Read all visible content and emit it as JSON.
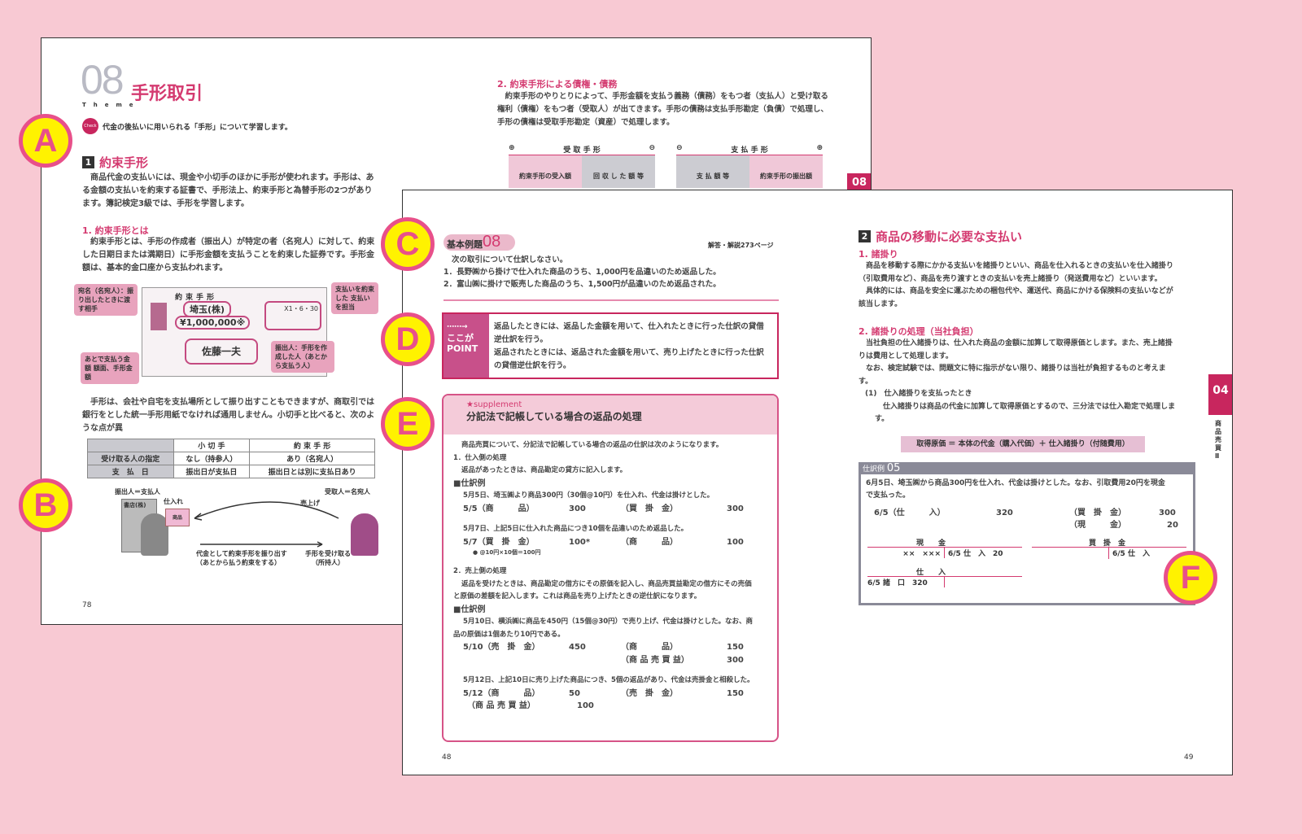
{
  "badges": [
    "A",
    "B",
    "C",
    "D",
    "E",
    "F"
  ],
  "left_page": {
    "theme_number": "08",
    "theme_label": "Theme",
    "title": "手形取引",
    "check_label": "Check",
    "check_text": "代金の後払いに用いられる「手形」について学習します。",
    "section1": {
      "number": "1",
      "heading": "約束手形",
      "lines": [
        "商品代金の支払いには、現金や小切手のほかに手形が使われます。手形は、ある金額の支払い",
        "を約束する証書で、手形法上、約束手形と為替手形の2つがあります。簿記検定3級では、",
        "手形を学習します。"
      ]
    },
    "sub1": {
      "heading": "1. 約束手形とは",
      "lines": [
        "約束手形とは、手形の作成者（振出人）が特定の者（名宛人）に対して、約束した日",
        "期日または満期日）に手形金額を支払うことを約束した証券です。手形金額は、基本的",
        "金口座から支払われます。"
      ]
    },
    "note_image": {
      "title": "約束手形",
      "payee": "埼玉(株)",
      "amount": "¥1,000,000※",
      "signature": "佐藤一夫",
      "date": "X1・6・30",
      "callouts": [
        "宛名（名宛人）：振り出したときに渡す相手",
        "あとで支払う金額 額面、手形金額",
        "振出人：手形を作成した人（あとから支払う人）",
        "支払いを約束した 支払いを担当"
      ]
    },
    "para2": [
      "手形は、会社や自宅を支払場所として振り出すこともできますが、商取引では銀行を",
      "とした統一手形用紙でなければ通用しません。小切手と比べると、次のような点が異"
    ],
    "compare_table": {
      "headers": [
        "",
        "小 切 手",
        "約 束 手 形"
      ],
      "rows": [
        [
          "受け取る人の指定",
          "なし（持参人）",
          "あり（名宛人）"
        ],
        [
          "支　払　日",
          "振出日が支払日",
          "振出日とは別に支払日あり"
        ]
      ]
    },
    "illustration": {
      "left_label": "振出人＝支払人",
      "shop": "書店(株)",
      "goods": "仕入れ",
      "goods_box": "商品",
      "right_label": "受取人＝名宛人",
      "sales": "売上げ",
      "arrow_text": [
        "代金として約束手形を振り出す",
        "（あとから払う約束をする）"
      ],
      "receive_text": [
        "手形を受け取る",
        "（所持人）"
      ]
    },
    "page_number": "78",
    "sub2": {
      "heading": "2. 約束手形による債権・債務",
      "lines": [
        "約束手形のやりとりによって、手形金額を支払う義務（債務）をもつ者（支払人）と受け取る",
        "権利（債権）をもつ者（受取人）が出てきます。手形の債務は支払手形勘定（負債）で処理し、",
        "手形の債権は受取手形勘定（資産）で処理します。"
      ]
    },
    "t_accounts": [
      {
        "plus": "⊕",
        "name": "受 取 手 形",
        "minus": "⊖",
        "left": "約束手形の受入額",
        "right": "回 収 し た 額 等"
      },
      {
        "minus": "⊖",
        "name": "支 払 手 形",
        "plus": "⊕",
        "left": "支 払 額 等",
        "right": "約束手形の振出額"
      }
    ],
    "side_tab": "08"
  },
  "right_page": {
    "example": {
      "label": "基本例題",
      "number": "08",
      "answer_ref": "解答・解説273ページ",
      "instruction": "次の取引について仕訳しなさい。",
      "items": [
        "1．長野㈱から掛けで仕入れた商品のうち、1,000円を品違いのため返品した。",
        "2．富山㈱に掛けで販売した商品のうち、1,500円が品違いのため返品された。"
      ]
    },
    "point": {
      "label_top": "ここが",
      "label_bottom": "POINT",
      "lines": [
        "返品したときには、返品した金額を用いて、仕入れたときに行った仕訳の貸借",
        "逆仕訳を行う。",
        "返品されたときには、返品された金額を用いて、売り上げたときに行った仕訳",
        "の貸借逆仕訳を行う。"
      ]
    },
    "supplement": {
      "tag": "★supplement",
      "title": "分記法で記帳している場合の返品の処理",
      "intro": "商品売買について、分記法で記帳している場合の返品の仕訳は次のようになります。",
      "s1_heading": "1．仕入側の処理",
      "s1_text": "返品があったときは、商品勘定の貸方に記入します。",
      "example_label": "■仕訳例",
      "ex1_text": "5月5日、埼玉㈱より商品300円（30個@10円）を仕入れ、代金は掛けとした。",
      "ex1": [
        "5/5（商　　　品）",
        "300",
        "（買　掛　金）",
        "300"
      ],
      "ex2_text": "5月7日、上記5日に仕入れた商品につき10個を品違いのため返品した。",
      "ex2": [
        "5/7（買　掛　金）",
        "100*",
        "（商　　　品）",
        "100"
      ],
      "ex2_note": "● @10円×10個＝100円",
      "s2_heading": "2．売上側の処理",
      "s2_text": [
        "返品を受けたときは、商品勘定の借方にその原価を記入し、商品売買益勘定の借方にその売価",
        "と原価の差額を記入します。これは商品を売り上げたときの逆仕訳になります。"
      ],
      "ex3_text": [
        "5月10日、横浜㈱に商品を450円（15個@30円）で売り上げ、代金は掛けとした。なお、商",
        "品の原価は1個あたり10円である。"
      ],
      "ex3": [
        [
          "5/10（売　掛　金）",
          "450",
          "（商　　　品）",
          "150"
        ],
        [
          "",
          "",
          "（商 品 売 買 益）",
          "300"
        ]
      ],
      "ex4_text": "5月12日、上記10日に売り上げた商品につき、5個の返品があり、代金は売掛金と相殺した。",
      "ex4": [
        [
          "5/12（商　　　品）",
          "50",
          "（売　掛　金）",
          "150"
        ],
        [
          "　（商 品 売 買 益）",
          "100",
          "",
          ""
        ]
      ]
    },
    "page_left_number": "48",
    "section2": {
      "number": "2",
      "heading": "商品の移動に必要な支払い",
      "sub1_heading": "1. 諸掛り",
      "sub1_lines": [
        "商品を移動する際にかかる支払いを諸掛りといい、商品を仕入れるときの支払いを仕入諸掛り",
        "（引取費用など）、商品を売り渡すときの支払いを売上諸掛り（発送費用など）といいます。",
        "具体的には、商品を安全に運ぶための梱包代や、運送代、商品にかける保険料の支払いなどが",
        "該当します。"
      ],
      "sub2_heading": "2. 諸掛りの処理（当社負担）",
      "sub2_lines": [
        "当社負担の仕入諸掛りは、仕入れた商品の金額に加算して取得原価とします。また、売上諸掛",
        "りは費用として処理します。",
        "なお、検定試験では、問題文に特に指示がない限り、諸掛りは当社が負担するものと考えま",
        "す。"
      ],
      "item1_heading": "(1)　仕入諸掛りを支払ったとき",
      "item1_lines": [
        "仕入諸掛りは商品の代金に加算して取得原価とするので、三分法では仕入勘定で処理しま",
        "す。"
      ],
      "formula": "取得原価 ＝ 本体の代金（購入代価）＋ 仕入諸掛り（付随費用）"
    },
    "journal_example": {
      "label": "仕訳例",
      "number": "05",
      "text": [
        "6月5日、埼玉㈱から商品300円を仕入れ、代金は掛けとした。なお、引取費用20円を現金",
        "で支払った。"
      ],
      "rows": [
        [
          "6/5（仕　　　入）",
          "320",
          "（買　掛　金）",
          "300"
        ],
        [
          "",
          "",
          "（現　　　金）",
          "20"
        ]
      ],
      "t_cash": {
        "name": "現　　金",
        "left": "××　×××",
        "right": "6/5 仕　入　20"
      },
      "t_payable": {
        "name": "買　掛　金",
        "right": "6/5 仕　入"
      },
      "t_purchase": {
        "name": "仕　　入",
        "left": "6/5 諸　口　320"
      }
    },
    "side_tab": {
      "number": "04",
      "label": "商品売買Ⅱ"
    },
    "page_right_number": "49"
  }
}
